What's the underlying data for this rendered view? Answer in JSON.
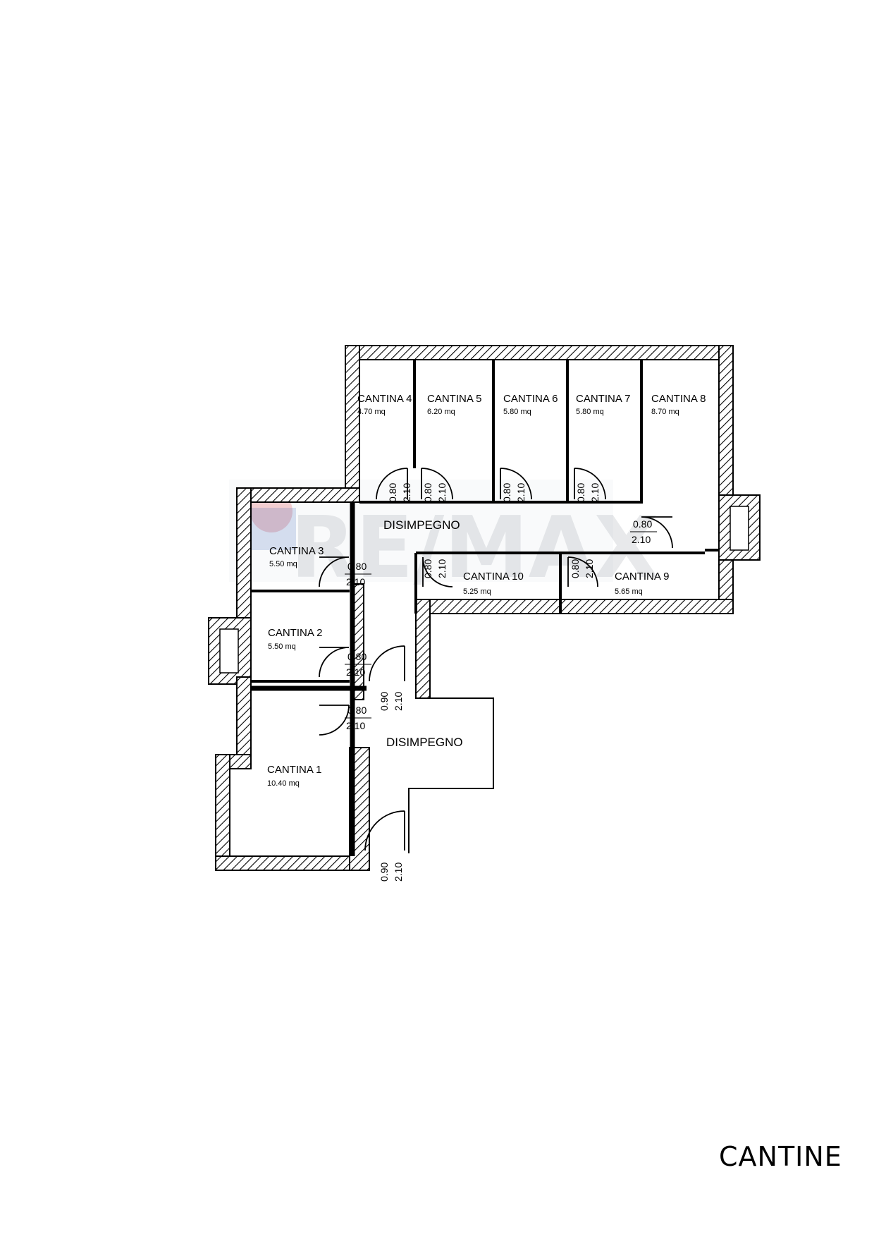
{
  "sheet_title": "CANTINE",
  "watermark": {
    "logo_text": "RE/MAX",
    "colors": {
      "red": "#dc1c2e",
      "blue": "#003da5"
    }
  },
  "rooms": [
    {
      "id": "cantina-1",
      "name": "CANTINA 1",
      "area": "10.40 mq"
    },
    {
      "id": "cantina-2",
      "name": "CANTINA 2",
      "area": "5.50 mq"
    },
    {
      "id": "cantina-3",
      "name": "CANTINA 3",
      "area": "5.50 mq"
    },
    {
      "id": "cantina-4",
      "name": "CANTINA 4",
      "area": "4.70 mq"
    },
    {
      "id": "cantina-5",
      "name": "CANTINA 5",
      "area": "6.20 mq"
    },
    {
      "id": "cantina-6",
      "name": "CANTINA 6",
      "area": "5.80 mq"
    },
    {
      "id": "cantina-7",
      "name": "CANTINA 7",
      "area": "5.80 mq"
    },
    {
      "id": "cantina-8",
      "name": "CANTINA 8",
      "area": "8.70 mq"
    },
    {
      "id": "cantina-9",
      "name": "CANTINA 9",
      "area": "5.65 mq"
    },
    {
      "id": "cantina-10",
      "name": "CANTINA 10",
      "area": "5.25 mq"
    }
  ],
  "halls": [
    {
      "id": "disimpegno-upper",
      "name": "DISIMPEGNO"
    },
    {
      "id": "disimpegno-lower",
      "name": "DISIMPEGNO"
    }
  ],
  "doors": [
    {
      "id": "door-cantina-4",
      "width": "0.80",
      "height": "2.10"
    },
    {
      "id": "door-cantina-5",
      "width": "0.80",
      "height": "2.10"
    },
    {
      "id": "door-cantina-6",
      "width": "0.80",
      "height": "2.10"
    },
    {
      "id": "door-cantina-7",
      "width": "0.80",
      "height": "2.10"
    },
    {
      "id": "door-cantina-8",
      "width": "0.80",
      "height": "2.10"
    },
    {
      "id": "door-cantina-3",
      "width": "0.80",
      "height": "2.10"
    },
    {
      "id": "door-cantina-10",
      "width": "0.80",
      "height": "2.10"
    },
    {
      "id": "door-cantina-9",
      "width": "0.80",
      "height": "2.10"
    },
    {
      "id": "door-cantina-2",
      "width": "0.80",
      "height": "2.10"
    },
    {
      "id": "door-cantina-1",
      "width": "0.80",
      "height": "2.10"
    },
    {
      "id": "door-corridor",
      "width": "0.90",
      "height": "2.10"
    },
    {
      "id": "door-entrance",
      "width": "0.90",
      "height": "2.10"
    }
  ]
}
